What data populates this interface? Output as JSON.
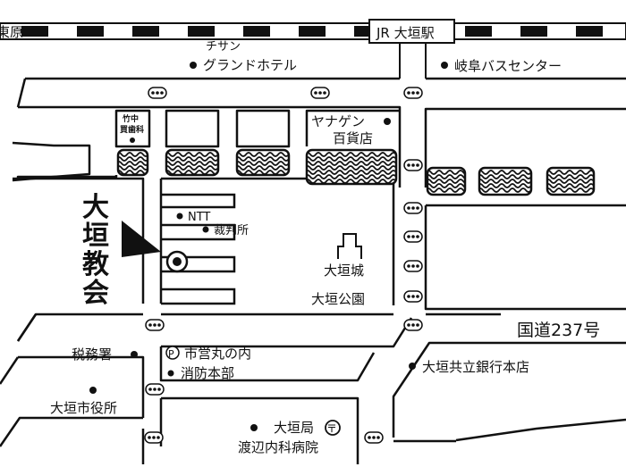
{
  "map": {
    "railway": {
      "left_fragment": "東原",
      "station": "JR 大垣駅"
    },
    "church": {
      "name_chars": [
        "大",
        "垣",
        "教",
        "会"
      ]
    },
    "route": "国道237号",
    "places": [
      {
        "id": "chisan-grand-hotel",
        "lines": [
          "チサン",
          "グランドホテル"
        ]
      },
      {
        "id": "gifu-bus-center",
        "lines": [
          "岐阜バスセンター"
        ]
      },
      {
        "id": "takenaka-dental",
        "lines": [
          "竹中",
          "買歯科"
        ]
      },
      {
        "id": "yanagen-department-store",
        "lines": [
          "ヤナゲン",
          "百貨店"
        ]
      },
      {
        "id": "ntt",
        "lines": [
          "NTT"
        ]
      },
      {
        "id": "courthouse",
        "lines": [
          "裁判所"
        ]
      },
      {
        "id": "ogaki-castle",
        "lines": [
          "大垣城"
        ]
      },
      {
        "id": "ogaki-park",
        "lines": [
          "大垣公園"
        ]
      },
      {
        "id": "tax-office",
        "lines": [
          "税務署"
        ]
      },
      {
        "id": "city-parking",
        "lines": [
          "市営丸の内"
        ]
      },
      {
        "id": "fire-department",
        "lines": [
          "消防本部"
        ]
      },
      {
        "id": "ogaki-city-hall",
        "lines": [
          "大垣市役所"
        ]
      },
      {
        "id": "ogaki-kyoritsu-bank",
        "lines": [
          "大垣共立銀行本店"
        ]
      },
      {
        "id": "ogaki-post-office",
        "lines": [
          "大垣局"
        ]
      },
      {
        "id": "watanabe-clinic",
        "lines": [
          "渡辺内科病院"
        ]
      }
    ],
    "symbols": {
      "parking": "P",
      "post": "〒"
    },
    "colors": {
      "ink": "#111111",
      "paper": "#ffffff"
    }
  }
}
